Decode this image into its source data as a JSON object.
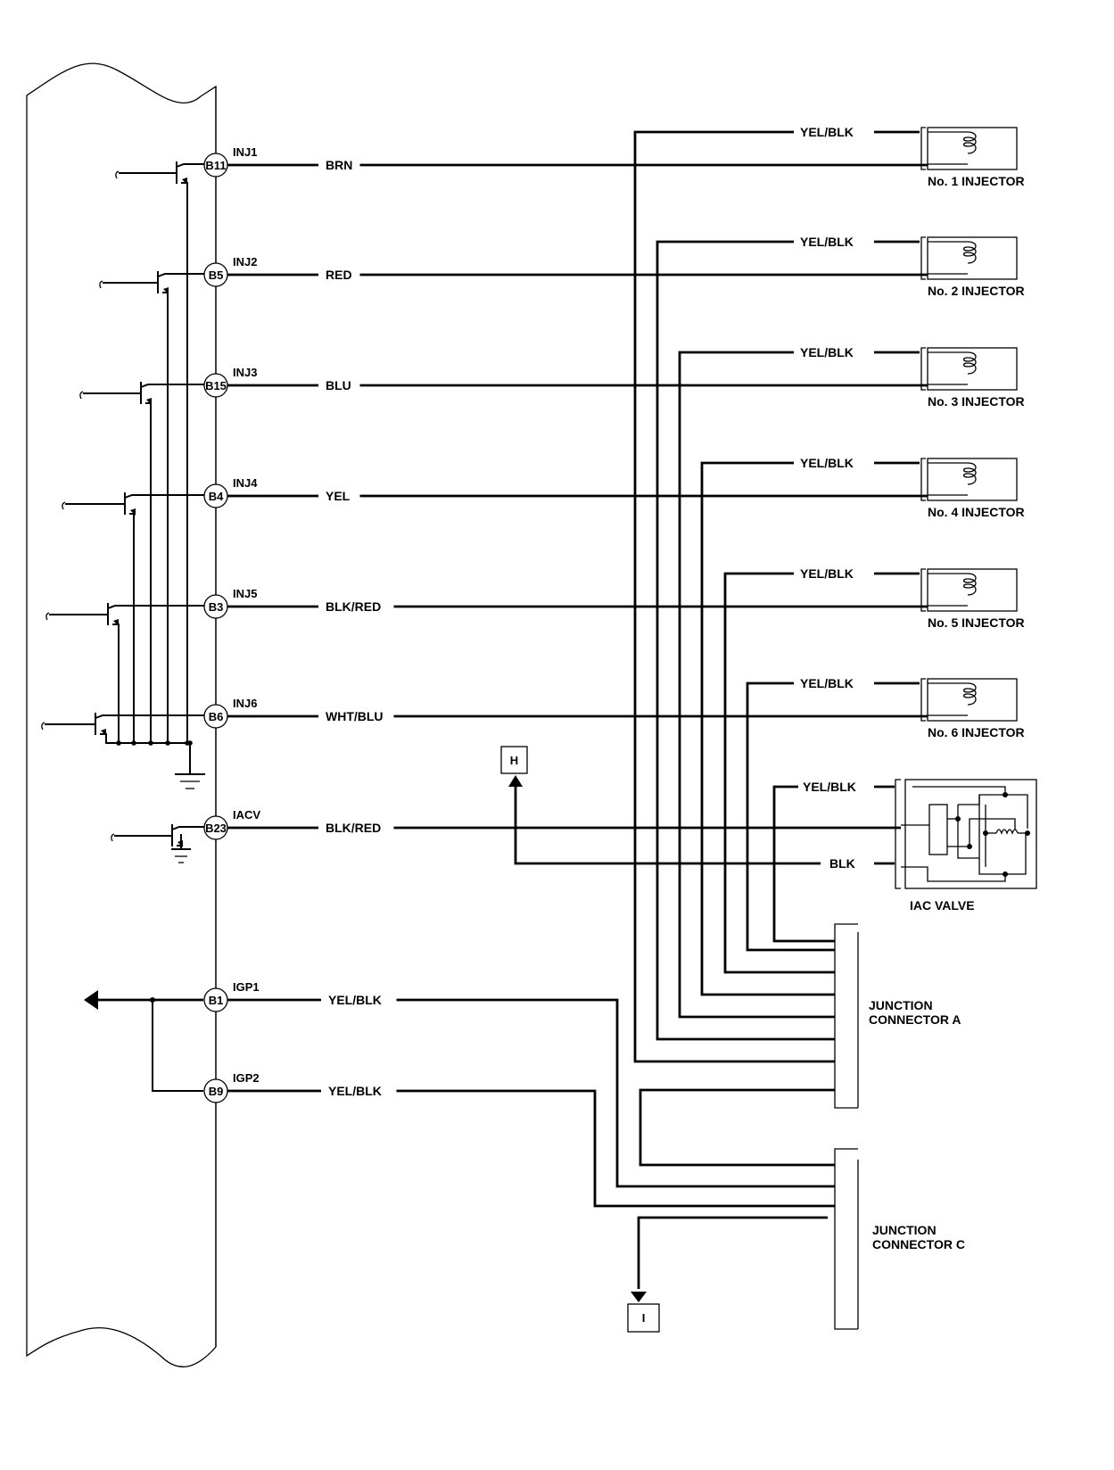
{
  "title": "Fuel Injector and IAC Valve Circuit",
  "ecm_pins": [
    {
      "pin": "B11",
      "signal": "INJ1",
      "wire": "BRN",
      "target": "No. 1 INJECTOR"
    },
    {
      "pin": "B5",
      "signal": "INJ2",
      "wire": "RED",
      "target": "No. 2 INJECTOR"
    },
    {
      "pin": "B15",
      "signal": "INJ3",
      "wire": "BLU",
      "target": "No. 3 INJECTOR"
    },
    {
      "pin": "B4",
      "signal": "INJ4",
      "wire": "YEL",
      "target": "No. 4 INJECTOR"
    },
    {
      "pin": "B3",
      "signal": "INJ5",
      "wire": "BLK/RED",
      "target": "No. 5 INJECTOR"
    },
    {
      "pin": "B6",
      "signal": "INJ6",
      "wire": "WHT/BLU",
      "target": "No. 6 INJECTOR"
    },
    {
      "pin": "B23",
      "signal": "IACV",
      "wire": "BLK/RED",
      "target": "IAC VALVE"
    },
    {
      "pin": "B1",
      "signal": "IGP1",
      "wire": "YEL/BLK",
      "target": "JUNCTION CONNECTOR C"
    },
    {
      "pin": "B9",
      "signal": "IGP2",
      "wire": "YEL/BLK",
      "target": "JUNCTION CONNECTOR C"
    }
  ],
  "injectors": [
    {
      "label": "No. 1 INJECTOR",
      "power_wire": "YEL/BLK"
    },
    {
      "label": "No. 2 INJECTOR",
      "power_wire": "YEL/BLK"
    },
    {
      "label": "No. 3 INJECTOR",
      "power_wire": "YEL/BLK"
    },
    {
      "label": "No. 4 INJECTOR",
      "power_wire": "YEL/BLK"
    },
    {
      "label": "No. 5 INJECTOR",
      "power_wire": "YEL/BLK"
    },
    {
      "label": "No. 6 INJECTOR",
      "power_wire": "YEL/BLK"
    }
  ],
  "iac_valve": {
    "label": "IAC VALVE",
    "power_wire": "YEL/BLK",
    "ground_wire": "BLK"
  },
  "junction_a": {
    "line1": "JUNCTION",
    "line2": "CONNECTOR A"
  },
  "junction_c": {
    "line1": "JUNCTION",
    "line2": "CONNECTOR C"
  },
  "refs": {
    "h": "H",
    "i": "I"
  }
}
